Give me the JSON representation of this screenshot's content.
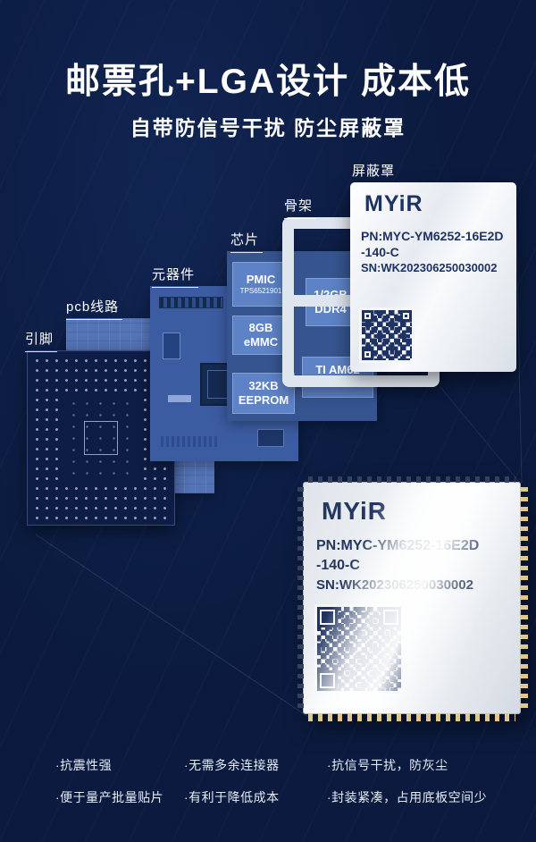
{
  "header": {
    "title": "邮票孔+LGA设计 成本低",
    "subtitle": "自带防信号干扰 防尘屏蔽罩"
  },
  "layer_labels": {
    "pins": "引脚",
    "pcb": "pcb线路",
    "components": "元器件",
    "chips": "芯片",
    "frame": "骨架",
    "shield": "屏蔽罩"
  },
  "chips": {
    "pmic_l1": "PMIC",
    "pmic_l2": "TPS6521901",
    "emmc_l1": "8GB",
    "emmc_l2": "eMMC",
    "eeprom_l1": "32KB",
    "eeprom_l2": "EEPROM",
    "ddr_l1": "1/2GB",
    "ddr_l2": "DDR4",
    "soc": "TI AM62"
  },
  "shield_cover": {
    "brand": "MYiR",
    "pn1": "PN:MYC-YM6252-16E2D",
    "pn2": "-140-C",
    "sn": "SN:WK202306250030002"
  },
  "module": {
    "brand": "MYiR",
    "pn1": "PN:MYC-YM6252-16E2D",
    "pn2": "-140-C",
    "sn": "SN:WK202306250030002"
  },
  "features": {
    "col1": [
      "·抗震性强",
      "·便于量产批量贴片"
    ],
    "col2": [
      "·无需多余连接器",
      "·有利于降低成本"
    ],
    "col3": [
      "·抗信号干扰，防灰尘",
      "·封装紧凑，占用底板空间少"
    ]
  },
  "colors": {
    "background": "#0b1a3e",
    "board_blue": "#3c5ca2",
    "chip_panel_blue": "#5d82c6",
    "shield_white": "#eef1f5",
    "navy_text": "#1e3263",
    "pad_gold": "#e0c98b"
  }
}
